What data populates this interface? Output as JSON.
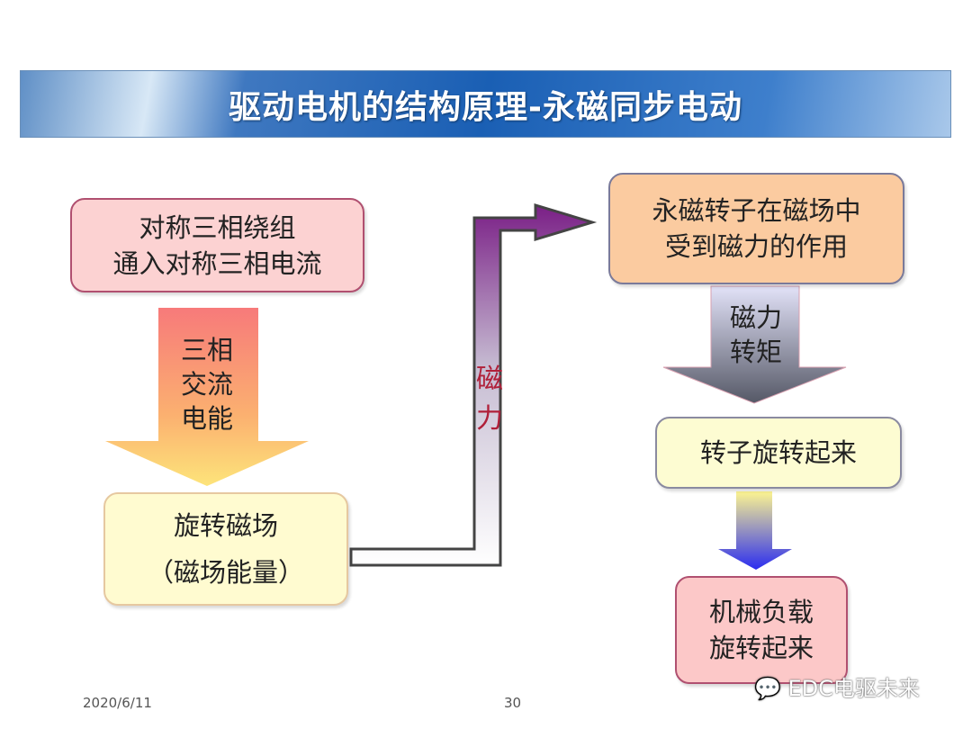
{
  "title": "驱动电机的结构原理-永磁同步电动",
  "boxes": {
    "windings": [
      "对称三相绕组",
      "通入对称三相电流"
    ],
    "rotating_field": [
      "旋转磁场",
      "（磁场能量）"
    ],
    "pm_rotor": [
      "永磁转子在磁场中",
      "受到磁力的作用"
    ],
    "rotor_spins": "转子旋转起来",
    "load_spins": [
      "机械负载",
      "旋转起来"
    ]
  },
  "arrows": {
    "ac_power": [
      "三相",
      "交流",
      "电能"
    ],
    "magnetic_force": [
      "磁",
      "力"
    ],
    "torque": [
      "磁力",
      "转矩"
    ]
  },
  "footer": {
    "date": "2020/6/11",
    "page": "30"
  },
  "watermark": "EDC电驱未来"
}
